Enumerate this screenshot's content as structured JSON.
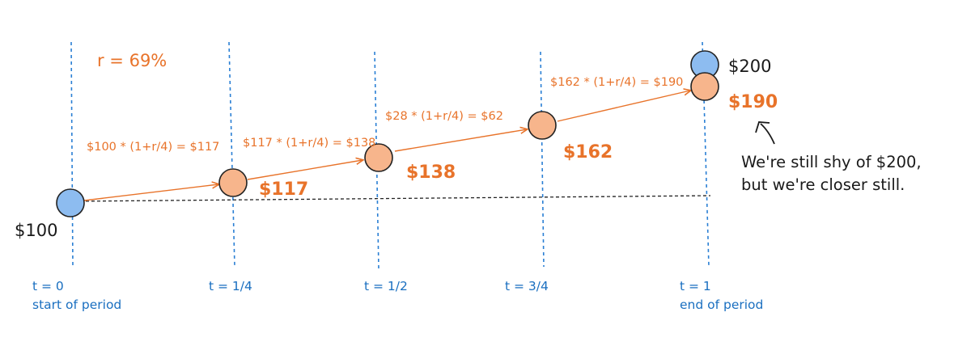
{
  "colors": {
    "blue_guide": "#2a7fd4",
    "orange": "#e8732a",
    "circle_orange_fill": "#f7b58c",
    "circle_blue_fill": "#8dbcf0",
    "stroke": "#222222"
  },
  "rate_label": "r = 69%",
  "ticks": [
    {
      "label": "t = 0",
      "sub": "start of period"
    },
    {
      "label": "t = 1/4",
      "sub": ""
    },
    {
      "label": "t = 1/2",
      "sub": ""
    },
    {
      "label": "t = 3/4",
      "sub": ""
    },
    {
      "label": "t = 1",
      "sub": "end of period"
    }
  ],
  "start_value": "$100",
  "points": [
    {
      "value": "$117",
      "formula": "$100 * (1+r/4) = $117"
    },
    {
      "value": "$138",
      "formula": "$117 * (1+r/4) = $138"
    },
    {
      "value": "$162",
      "formula": "$28 * (1+r/4) = $62"
    },
    {
      "value": "$190",
      "formula": "$162 * (1+r/4) = $190"
    }
  ],
  "target_value": "$200",
  "note": [
    "We're still shy of $200,",
    "but we're closer still."
  ]
}
